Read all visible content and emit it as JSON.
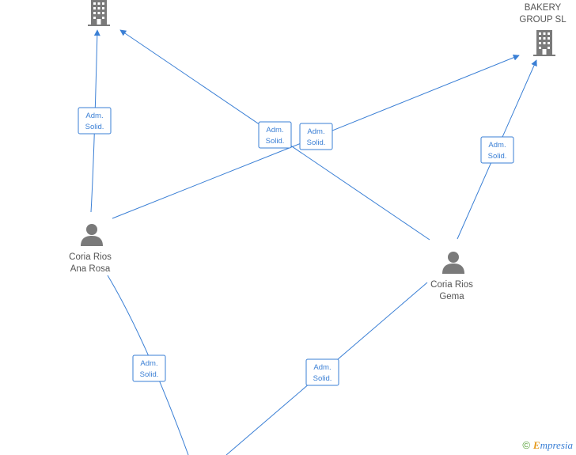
{
  "graph": {
    "nodes": [
      {
        "id": "company-top-left",
        "type": "company",
        "label_lines": []
      },
      {
        "id": "bakery-group",
        "type": "company",
        "label_lines": [
          "BAKERY",
          "GROUP  SL"
        ]
      },
      {
        "id": "coria-ana-rosa",
        "type": "person",
        "label_lines": [
          "Coria Rios",
          "Ana Rosa"
        ]
      },
      {
        "id": "coria-gema",
        "type": "person",
        "label_lines": [
          "Coria Rios",
          "Gema"
        ]
      }
    ],
    "edges": [
      {
        "from": "coria-ana-rosa",
        "to": "company-top-left",
        "label_lines": [
          "Adm.",
          "Solid."
        ]
      },
      {
        "from": "coria-gema",
        "to": "company-top-left",
        "label_lines": [
          "Adm.",
          "Solid."
        ]
      },
      {
        "from": "coria-ana-rosa",
        "to": "bakery-group",
        "label_lines": [
          "Adm.",
          "Solid."
        ]
      },
      {
        "from": "coria-gema",
        "to": "bakery-group",
        "label_lines": [
          "Adm.",
          "Solid."
        ]
      },
      {
        "from": "coria-ana-rosa",
        "to": "offscreen-bottom",
        "label_lines": [
          "Adm.",
          "Solid."
        ]
      },
      {
        "from": "coria-gema",
        "to": "offscreen-bottom",
        "label_lines": [
          "Adm.",
          "Solid."
        ]
      }
    ]
  },
  "watermark": {
    "copyright": "©",
    "brand_initial": "E",
    "brand_rest": "mpresia"
  }
}
